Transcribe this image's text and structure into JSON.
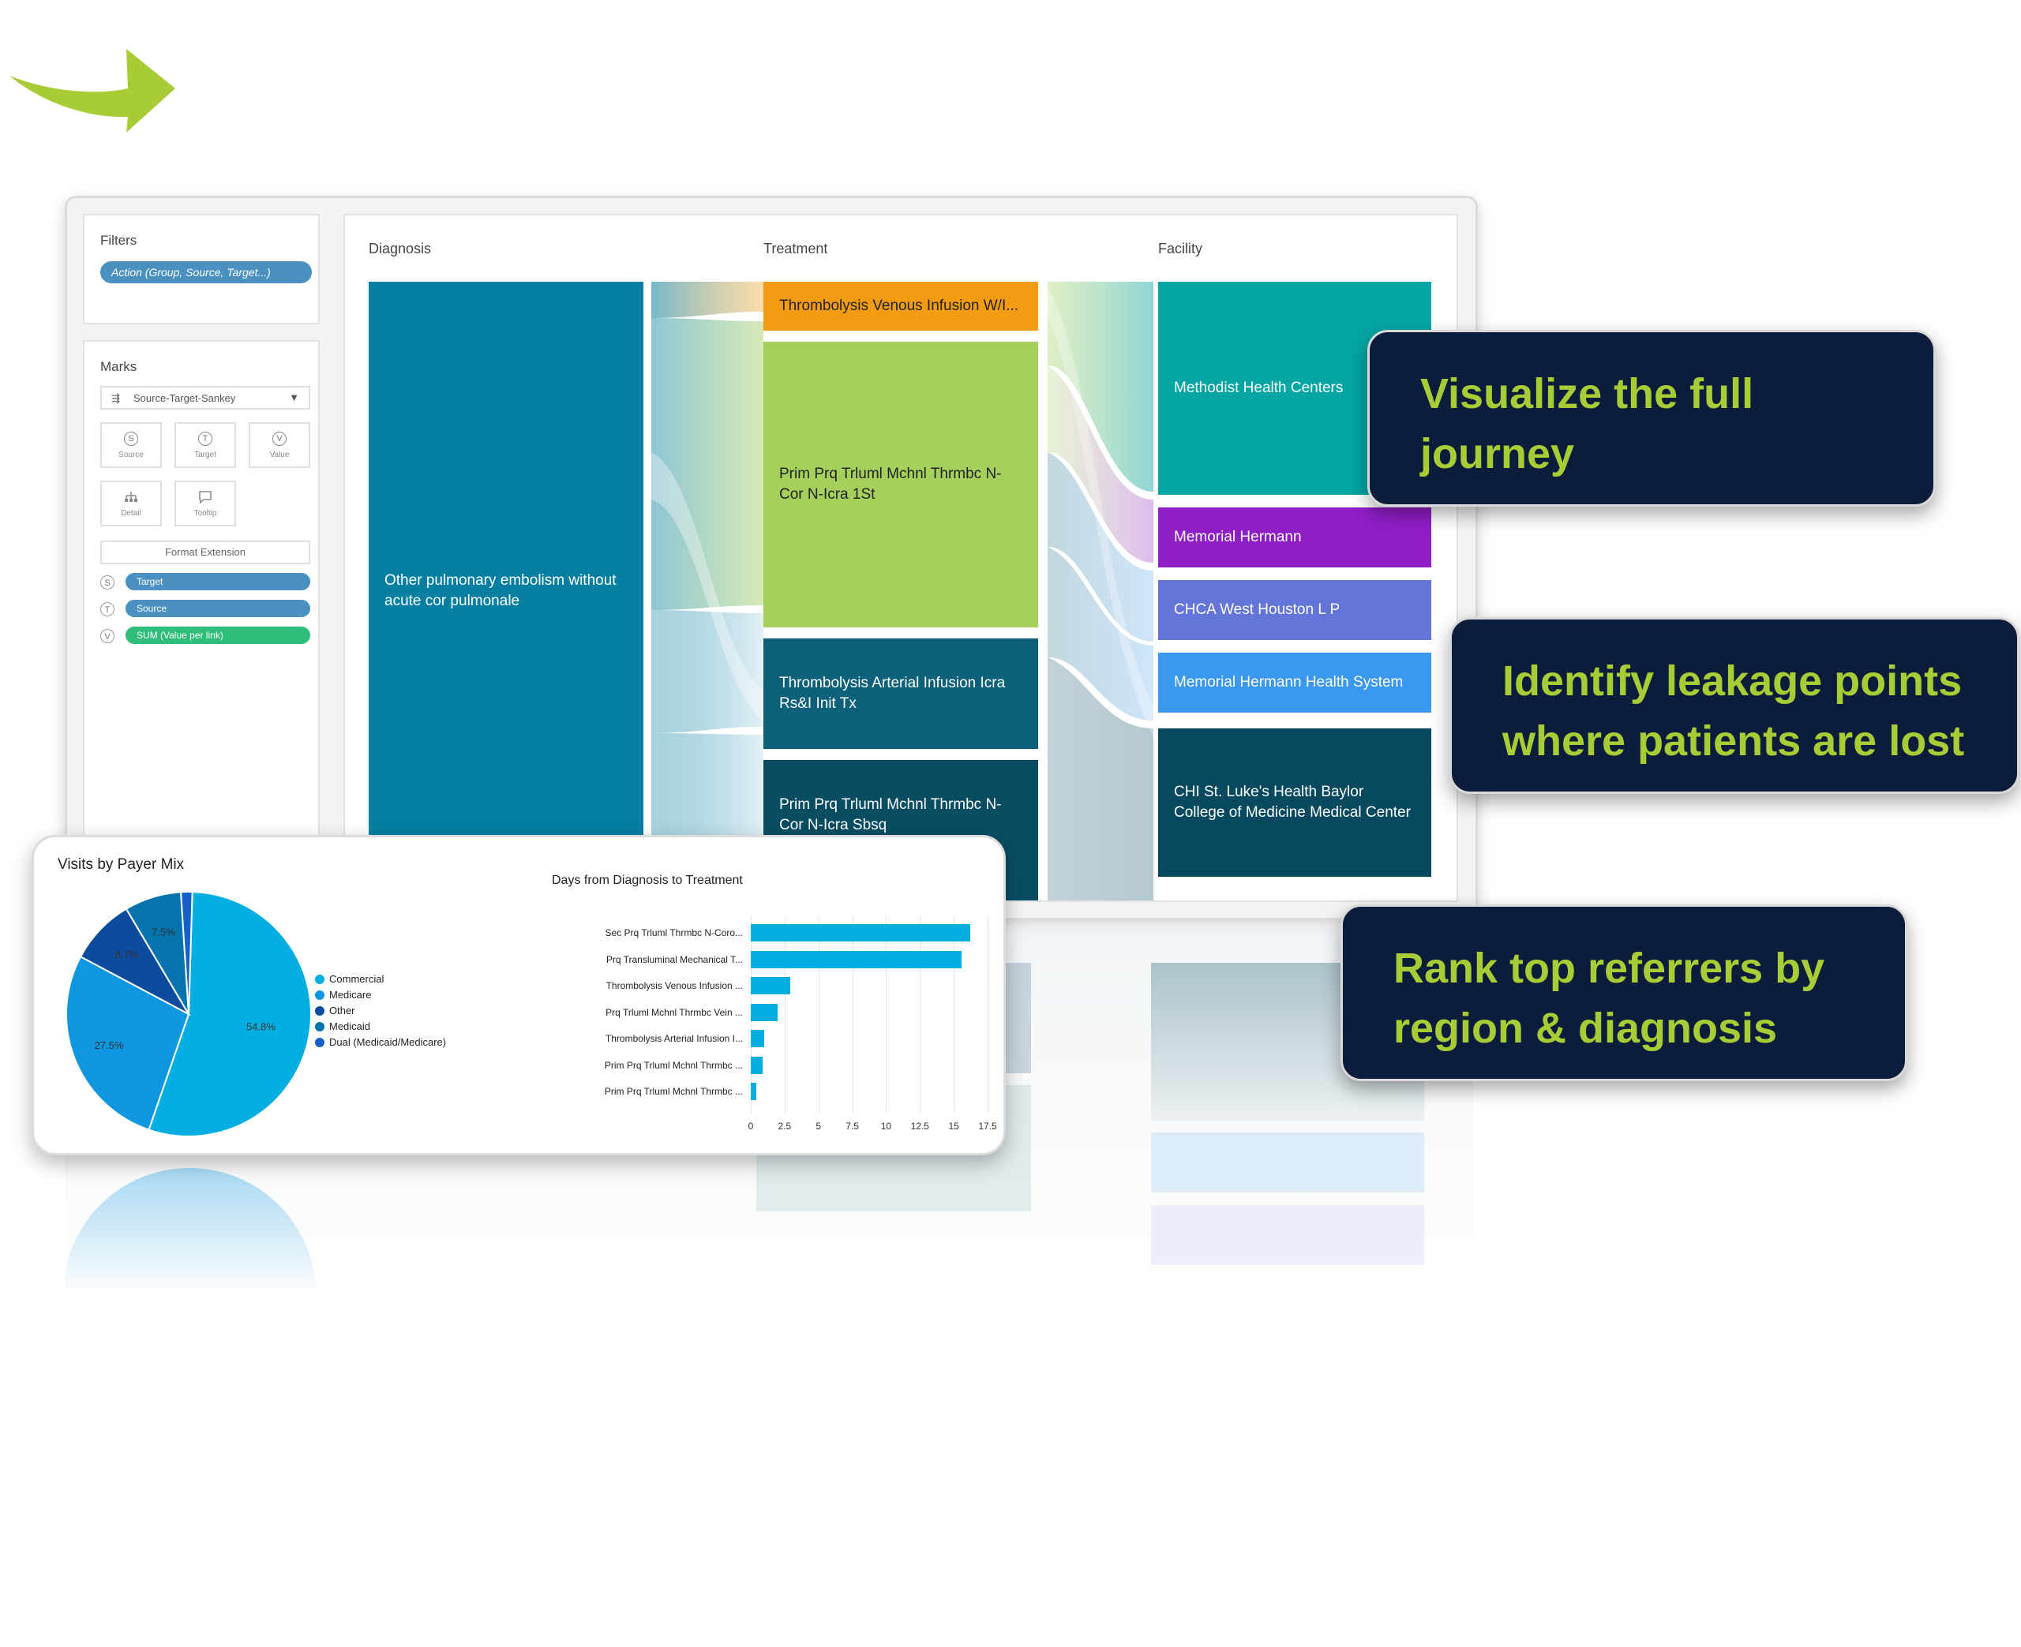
{
  "colors": {
    "accent_green": "#a8cc36",
    "callout_bg": "#0b1d3a",
    "diagnosis_node": "#047fa1",
    "treatment_orange": "#f39c12",
    "treatment_lime": "#a5d05c",
    "treatment_teal": "#0c6079",
    "treatment_dark": "#094d63",
    "facility_teal": "#04a5a3",
    "facility_purple": "#8f1ec7",
    "facility_indigo": "#6475d9",
    "facility_blue": "#3b98ef",
    "facility_navy": "#074a5f"
  },
  "icons": {
    "arrow": "right-arrow-icon",
    "dropdown": "chevron-down-icon"
  },
  "filters": {
    "title": "Filters",
    "pill": "Action (Group, Source, Target...)"
  },
  "marks": {
    "title": "Marks",
    "mark_type": "Source-Target-Sankey",
    "buttons": [
      {
        "glyph": "S",
        "label": "Source"
      },
      {
        "glyph": "T",
        "label": "Target"
      },
      {
        "glyph": "V",
        "label": "Value"
      },
      {
        "glyph": "",
        "label": "Detail"
      },
      {
        "glyph": "",
        "label": "Tooltip"
      }
    ],
    "format_extension": "Format Extension",
    "fields": [
      {
        "glyph": "S",
        "label": "Target"
      },
      {
        "glyph": "T",
        "label": "Source"
      },
      {
        "glyph": "V",
        "label": "SUM (Value per link)"
      }
    ]
  },
  "sankey": {
    "columns": [
      "Diagnosis",
      "Treatment",
      "Facility"
    ],
    "diagnosis": [
      "Other pulmonary embolism without acute cor pulmonale"
    ],
    "treatment": [
      "Thrombolysis Venous Infusion W/I...",
      "Prim Prq Trluml Mchnl Thrmbc N-Cor N-Icra 1St",
      "Thrombolysis Arterial Infusion Icra Rs&I Init Tx",
      "Prim Prq Trluml Mchnl Thrmbc N-Cor N-Icra Sbsq"
    ],
    "facility": [
      "Methodist Health Centers",
      "Memorial Hermann",
      "CHCA West Houston L P",
      "Memorial Hermann Health System",
      "CHI St. Luke's Health Baylor College of Medicine Medical Center"
    ]
  },
  "callouts": [
    "Visualize the full journey",
    "Identify leakage points where patients are lost",
    "Rank top referrers by region & diagnosis"
  ],
  "chart_data": [
    {
      "type": "pie",
      "title": "Visits by Payer Mix",
      "categories": [
        "Commercial",
        "Medicare",
        "Other",
        "Medicaid",
        "Dual (Medicaid/Medicare)"
      ],
      "values": [
        54.8,
        27.5,
        8.7,
        7.5,
        1.5
      ],
      "data_labels": [
        "54.8%",
        "27.5%",
        "8.7%",
        "7.5%",
        ""
      ],
      "colors": [
        "#05aee0",
        "#0e97e0",
        "#0d4b9e",
        "#0573ad",
        "#1561c9"
      ],
      "legend": "right"
    },
    {
      "type": "bar",
      "orientation": "horizontal",
      "title": "Days from Diagnosis to Treatment",
      "categories": [
        "Sec Prq Trluml Thrmbc N-Coro...",
        "Prq Transluminal Mechanical T...",
        "Thrombolysis Venous Infusion ...",
        "Prq Trluml Mchnl Thrmbc Vein ...",
        "Thrombolysis Arterial Infusion I...",
        "Prim Prq Trluml Mchnl Thrmbc ...",
        "Prim Prq Trluml Mchnl Thrmbc ..."
      ],
      "values": [
        16.2,
        15.6,
        2.9,
        2.0,
        1.0,
        0.9,
        0.4
      ],
      "xticks": [
        "0",
        "2.5",
        "5",
        "7.5",
        "10",
        "12.5",
        "15",
        "17.5"
      ],
      "xlim": [
        0,
        17.5
      ],
      "color": "#05aee0"
    }
  ]
}
